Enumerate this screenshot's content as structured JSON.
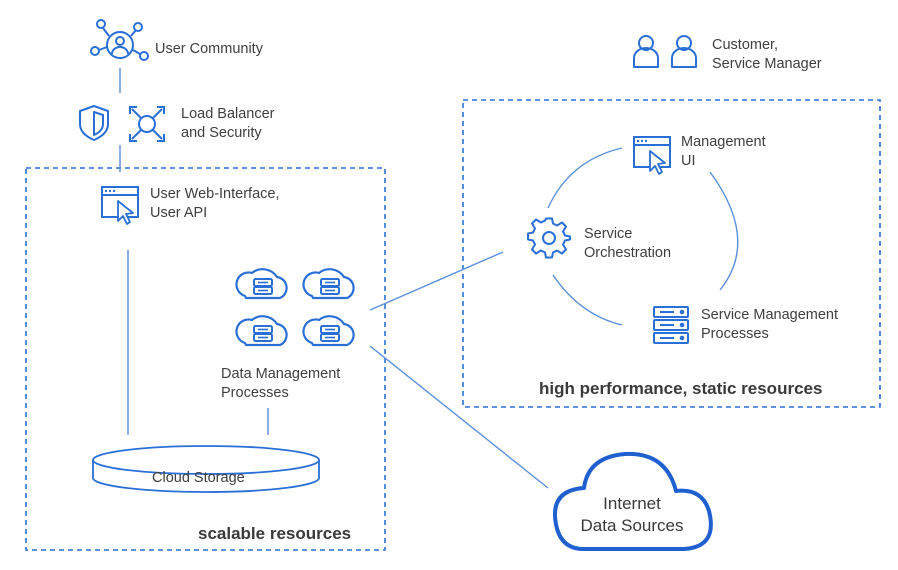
{
  "colors": {
    "accent": "#2a6fd6",
    "line": "#5b8fd9",
    "text": "#3f3f3f"
  },
  "nodes": {
    "user_community": {
      "icon": "user-network-icon",
      "lines": [
        "User Community"
      ]
    },
    "load_balancer": {
      "icons": [
        "shield-icon",
        "load-balancer-icon"
      ],
      "lines": [
        "Load Balancer",
        "and Security"
      ]
    },
    "user_web_interface": {
      "icon": "browser-window-icon",
      "lines": [
        "User Web-Interface,",
        "User API"
      ]
    },
    "data_management": {
      "icon": "cloud-server-icon",
      "lines": [
        "Data Management",
        "Processes"
      ]
    },
    "cloud_storage": {
      "icon": "storage-cylinder-icon",
      "label": "Cloud Storage"
    },
    "customer": {
      "icon": "people-icon",
      "lines": [
        "Customer,",
        "Service Manager"
      ]
    },
    "management_ui": {
      "icon": "browser-window-icon",
      "lines": [
        "Management",
        "UI"
      ]
    },
    "service_orchestration": {
      "icon": "gear-icon",
      "lines": [
        "Service",
        "Orchestration"
      ]
    },
    "service_management": {
      "icon": "server-rack-icon",
      "lines": [
        "Service Management",
        "Processes"
      ]
    },
    "internet": {
      "icon": "cloud-icon",
      "lines": [
        "Internet",
        "Data Sources"
      ]
    }
  },
  "regions": {
    "scalable": "scalable resources",
    "static": "high performance, static resources"
  }
}
